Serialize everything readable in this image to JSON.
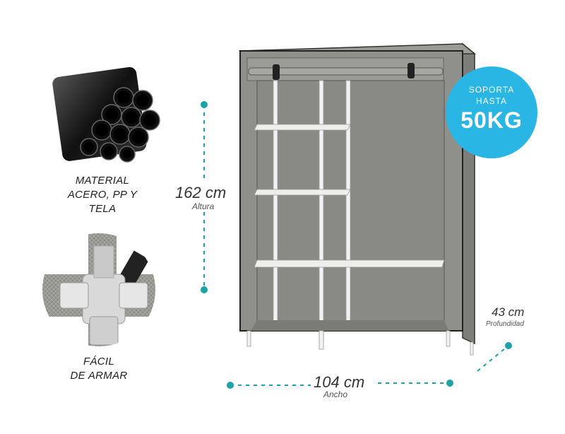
{
  "features": [
    {
      "line1": "MATERIAL",
      "line2": "ACERO, PP Y",
      "line3": "TELA"
    },
    {
      "line1": "FÁCIL",
      "line2": "DE ARMAR"
    }
  ],
  "dimensions": {
    "height_value": "162 cm",
    "height_label": "Altura",
    "width_value": "104 cm",
    "width_label": "Ancho",
    "depth_value": "43 cm",
    "depth_label": "Profundidad"
  },
  "badge": {
    "line1": "SOPORTA",
    "line2": "HASTA",
    "line3": "50KG"
  },
  "colors": {
    "accent": "#29b6e4",
    "dim_line": "#1aa3a8",
    "fabric": "#8f8f8b",
    "frame": "#f2f2f2"
  }
}
